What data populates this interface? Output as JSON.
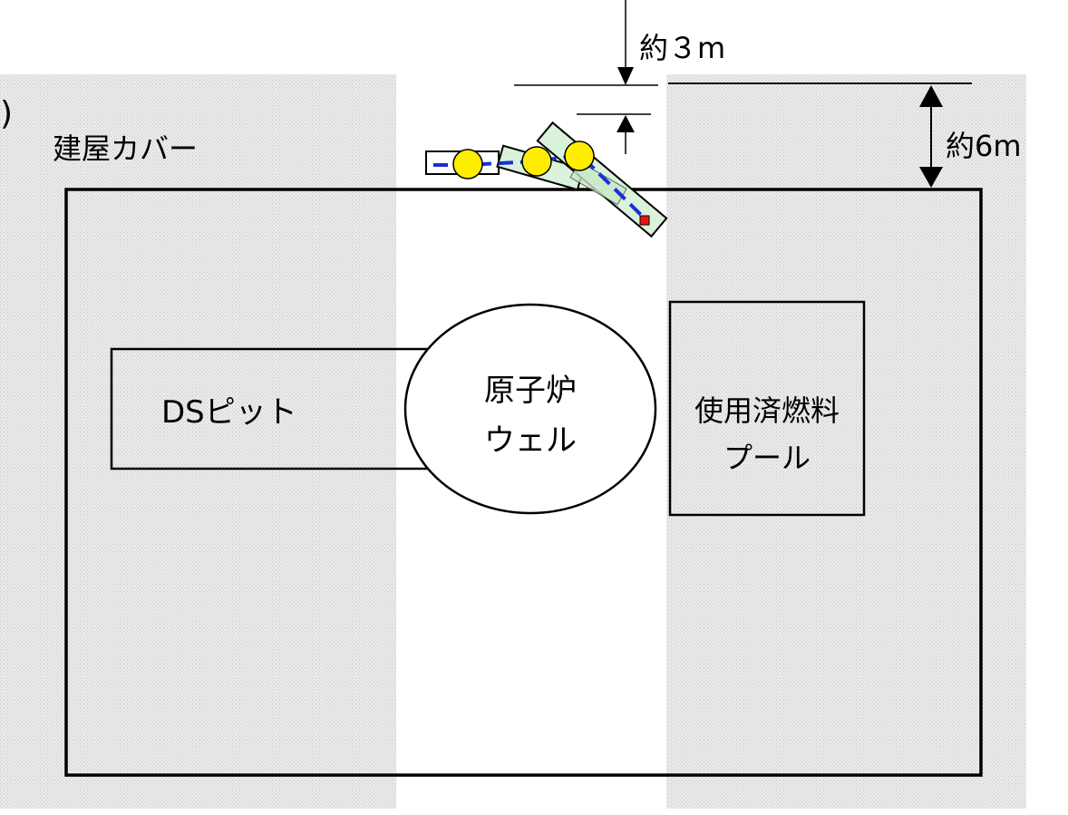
{
  "labels": {
    "cover": "建屋カバー",
    "ds_pit": "DSピット",
    "reactor_line1": "原子炉",
    "reactor_line2": "ウェル",
    "pool_line1": "使用済燃料",
    "pool_line2": "プール",
    "dim_3m": "約３m",
    "dim_6m": "約6m",
    "edge_mark": ")"
  },
  "colors": {
    "cover_fill": "#e4e4e4",
    "outline": "#000000",
    "strip": "#ffffff",
    "member_fill": "#d9f2d9",
    "axis_dash": "#1a2fd6",
    "joint": "#ffee00",
    "tip_marker": "#e81414"
  }
}
